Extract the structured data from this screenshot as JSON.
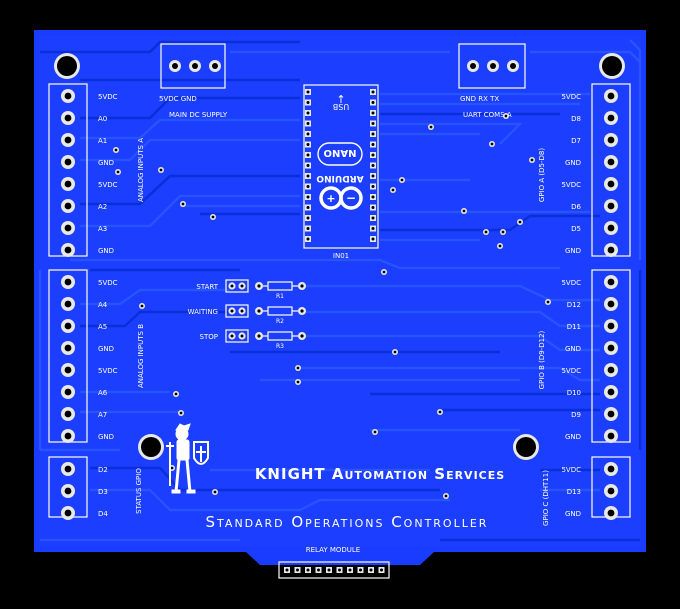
{
  "colors": {
    "background": "#000000",
    "board": "#1a3cff",
    "trace": "#2a55ff",
    "silk": "#ffffff",
    "copper": "#d8d8d8"
  },
  "pcb": {
    "top_connectors": {
      "power": {
        "label": "MAIN DC SUPPLY",
        "pins": "5VDC GND"
      },
      "uart": {
        "label": "UART COMS A",
        "pins": "GND  RX  TX"
      }
    },
    "arduino": {
      "module_label": "ARDUINO",
      "model_label": "NANO",
      "usb_label": "USB",
      "ref": "IN01"
    },
    "headers": {
      "analog_a": {
        "title": "ANALOG INPUTS A",
        "pins": [
          "5VDC",
          "A0",
          "A1",
          "GND",
          "5VDC",
          "A2",
          "A3",
          "GND"
        ]
      },
      "analog_b": {
        "title": "ANALOG INPUTS B",
        "pins": [
          "5VDC",
          "A4",
          "A5",
          "GND",
          "5VDC",
          "A6",
          "A7",
          "GND"
        ]
      },
      "status": {
        "title": "STATUS GPIO",
        "pins": [
          "D2",
          "D3",
          "D4"
        ]
      },
      "gpio_a": {
        "title": "GPIO A (D5-D8)",
        "pins": [
          "5VDC",
          "D8",
          "D7",
          "GND",
          "5VDC",
          "D6",
          "D5",
          "GND"
        ]
      },
      "gpio_b": {
        "title": "GPIO B (D9-D12)",
        "pins": [
          "5VDC",
          "D12",
          "D11",
          "GND",
          "5VDC",
          "D10",
          "D9",
          "GND"
        ]
      },
      "gpio_c": {
        "title": "GPIO C (DHT11)",
        "pins": [
          "5VDC",
          "D13",
          "GND"
        ]
      }
    },
    "leds": [
      {
        "label": "START",
        "resistor": "R1"
      },
      {
        "label": "WAITING",
        "resistor": "R2"
      },
      {
        "label": "STOP",
        "resistor": "R3"
      }
    ],
    "relay_label": "RELAY MODULE",
    "title_line1": "KNIGHT Automation Services",
    "title_line2": "Standard Operations Controller"
  }
}
